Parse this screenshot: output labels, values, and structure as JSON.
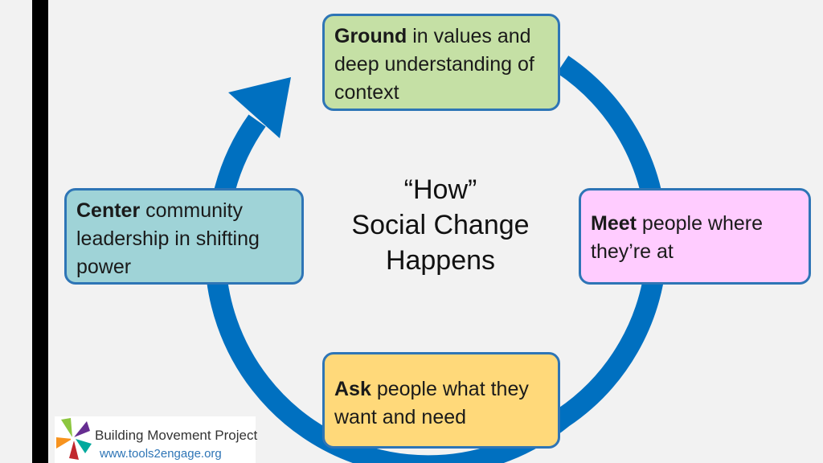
{
  "diagram": {
    "center_title": [
      "“How”",
      "Social Change",
      "Happens"
    ],
    "steps": [
      {
        "id": "ground",
        "keyword": "Ground",
        "text": " in values and deep understanding of context",
        "fill": "#c5e0a5"
      },
      {
        "id": "meet",
        "keyword": "Meet",
        "text": " people where they’re at",
        "fill": "#ffccff"
      },
      {
        "id": "ask",
        "keyword": "Ask",
        "text": " people what they want and need",
        "fill": "#ffd97a"
      },
      {
        "id": "center",
        "keyword": "Center",
        "text": " community leadership in shifting power",
        "fill": "#9fd3d7"
      }
    ],
    "cycle_color": "#0070c0",
    "box_border_color": "#2e75b6"
  },
  "footer": {
    "org_name": "Building Movement Project",
    "url": "www.tools2engage.org",
    "logo_icon": "pinwheel-logo-icon",
    "logo_colors": [
      "#8cc63f",
      "#662d91",
      "#00a99d",
      "#c1272d",
      "#f7931e"
    ]
  }
}
